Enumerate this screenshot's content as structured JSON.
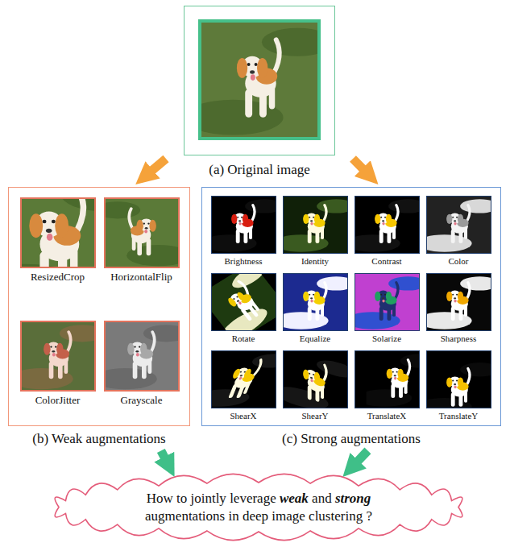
{
  "diagram": {
    "nodes": [
      {
        "text": [
          "(a) Original image"
        ]
      },
      {
        "text": [
          "(b) Weak augmentations"
        ]
      },
      {
        "text": [
          "ResizedCrop"
        ],
        "in": 1
      },
      {
        "text": [
          "HorizontalFlip"
        ],
        "in": 1
      },
      {
        "text": [
          "ColorJitter"
        ],
        "in": 1
      },
      {
        "text": [
          "Grayscale"
        ],
        "in": 1
      },
      {
        "text": [
          "(c) Strong augmentations"
        ]
      },
      {
        "text": [
          "Brightness"
        ],
        "in": 6
      },
      {
        "text": [
          "Identity"
        ],
        "in": 6
      },
      {
        "text": [
          "Contrast"
        ],
        "in": 6
      },
      {
        "text": [
          "Color"
        ],
        "in": 6
      },
      {
        "text": [
          "Rotate"
        ],
        "in": 6
      },
      {
        "text": [
          "Equalize"
        ],
        "in": 6
      },
      {
        "text": [
          "Solarize"
        ],
        "in": 6
      },
      {
        "text": [
          "Sharpness"
        ],
        "in": 6
      },
      {
        "text": [
          "ShearX"
        ],
        "in": 6
      },
      {
        "text": [
          "ShearY"
        ],
        "in": 6
      },
      {
        "text": [
          "TranslateX"
        ],
        "in": 6
      },
      {
        "text": [
          "TranslateY"
        ],
        "in": 6
      },
      {
        "text": [
          "How to jointly leverage weak and strong augmentations in deep image clustering ?"
        ]
      }
    ],
    "edges": [
      {
        "from": 0,
        "to": 1,
        "arrow": "to"
      },
      {
        "from": 0,
        "to": 6,
        "arrow": "to"
      },
      {
        "from": 1,
        "to": 19,
        "arrow": "to"
      },
      {
        "from": 6,
        "to": 19,
        "arrow": "to"
      }
    ]
  }
}
